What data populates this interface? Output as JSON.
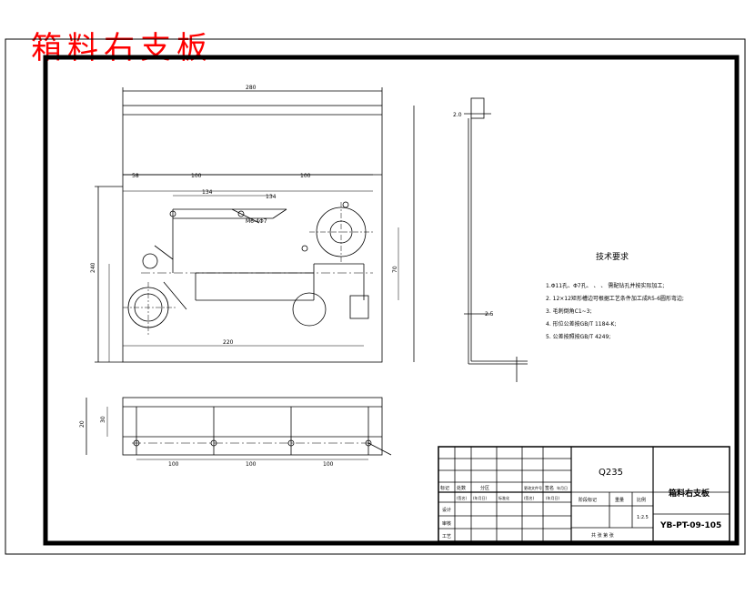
{
  "drawing_title_red": "箱料右支板",
  "overall_width_dim": "280",
  "top_view": {
    "dim_a": "58",
    "dim_b": "100",
    "dim_c": "100",
    "dim_d": "134",
    "dim_e": "134",
    "left_height": "240",
    "hole_label": "M6-4Φ7",
    "small_dim": "70",
    "bottom_dim": "220"
  },
  "side_view": {
    "left_height": "20",
    "left_height_b": "30",
    "spacing_1": "100",
    "spacing_2": "100",
    "spacing_3": "100"
  },
  "detail": {
    "top_label": "2.0",
    "thickness_label": "2.5"
  },
  "tech_req": {
    "title": "技术要求",
    "lines": [
      "1.Φ11孔、Φ7孔、 、 、 需配钻孔并按实际加工;",
      "2. 12×12矩形槽边可根据工艺条件加工成R5-6圆形弯边;",
      "3. 毛刺倒角C1~3;",
      "4. 形位公差按GB/T 1184-K;",
      "5. 公差按照按GB/T 4249;"
    ]
  },
  "title_block": {
    "material": "Q235",
    "part_name": "箱料右支板",
    "drawing_no": "YB-PT-09-105",
    "scale": "1:2.5",
    "headers": [
      "标记",
      "处数",
      "分区",
      "更改文件号",
      "签名",
      "年月日"
    ],
    "subheaders": [
      "(签名)",
      "(年月日)",
      "标准化",
      "(签名)",
      "(年月日)"
    ],
    "stage_label": "阶段标记",
    "weight_label": "重量",
    "scale_label": "比例",
    "sheet_label": "共 张 第 张",
    "roles": [
      "设计",
      "审核",
      "工艺"
    ]
  }
}
